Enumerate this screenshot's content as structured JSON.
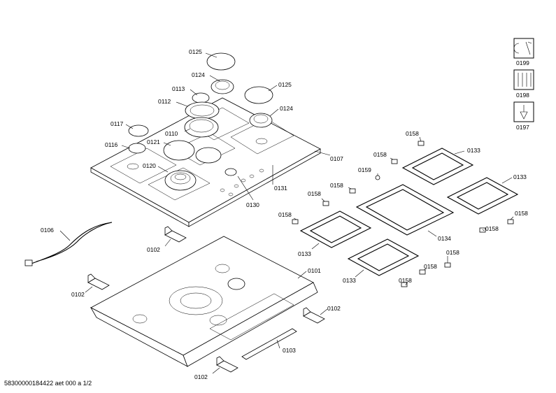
{
  "labels": {
    "p0125a": "0125",
    "p0124a": "0124",
    "p0113": "0113",
    "p0125b": "0125",
    "p0112": "0112",
    "p0124b": "0124",
    "p0117": "0117",
    "p0110": "0110",
    "p0116": "0116",
    "p0121": "0121",
    "p0120": "0120",
    "p0107": "0107",
    "p0131": "0131",
    "p0130": "0130",
    "p0106": "0106",
    "p0102a": "0102",
    "p0102b": "0102",
    "p0101": "0101",
    "p0102c": "0102",
    "p0103": "0103",
    "p0102d": "0102",
    "p0158a": "0158",
    "p0158b": "0158",
    "p0133a": "0133",
    "p0159": "0159",
    "p0158c": "0158",
    "p0158d": "0158",
    "p0133b": "0133",
    "p0158e": "0158",
    "p0158f": "0158",
    "p0134": "0134",
    "p0158g": "0158",
    "p0133c": "0133",
    "p0158h": "0158",
    "p0158i": "0158",
    "p0158j": "0158",
    "p0133d": "0133"
  },
  "legend": [
    {
      "code": "0199",
      "icon": "wrench-screwdriver-icon"
    },
    {
      "code": "0198",
      "icon": "tools-kit-icon"
    },
    {
      "code": "0197",
      "icon": "grease-tube-icon"
    }
  ],
  "footer": "58300000184422 aet 000 a 1/2"
}
